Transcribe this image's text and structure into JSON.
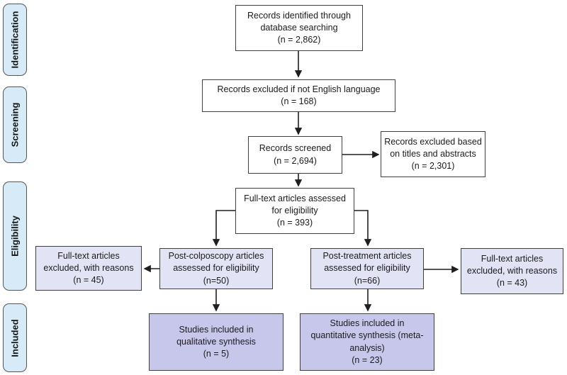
{
  "stages": [
    {
      "label": "Identification"
    },
    {
      "label": "Screening"
    },
    {
      "label": "Eligibility"
    },
    {
      "label": "Included"
    }
  ],
  "boxes": {
    "identified": {
      "text": "Records identified through\ndatabase searching\n(n = 2,862)"
    },
    "excluded_language": {
      "text": "Records excluded if not English language\n(n = 168)"
    },
    "screened": {
      "text": "Records screened\n(n = 2,694)"
    },
    "excluded_titles": {
      "text": "Records excluded based\non titles and abstracts\n(n = 2,301)"
    },
    "fulltext_assessed": {
      "text": "Full-text articles assessed\nfor eligibility\n(n = 393)"
    },
    "post_colposcopy": {
      "text": "Post-colposcopy articles\nassessed for eligibility\n(n=50)"
    },
    "post_treatment": {
      "text": "Post-treatment articles\nassessed for eligibility\n(n=66)"
    },
    "excluded_reasons_left": {
      "text": "Full-text articles\nexcluded, with reasons\n(n = 45)"
    },
    "excluded_reasons_right": {
      "text": "Full-text articles\nexcluded, with reasons\n(n = 43)"
    },
    "qualitative": {
      "text": "Studies included in\nqualitative synthesis\n(n = 5)"
    },
    "quantitative": {
      "text": "Studies included in\nquantitative synthesis (meta-\nanalysis)\n(n = 23)"
    }
  },
  "arrows": [
    {
      "from": "identified",
      "to": "excluded_language"
    },
    {
      "from": "excluded_language",
      "to": "screened"
    },
    {
      "from": "screened",
      "to": "excluded_titles"
    },
    {
      "from": "screened",
      "to": "fulltext_assessed"
    },
    {
      "from": "fulltext_assessed",
      "to": "post_colposcopy"
    },
    {
      "from": "fulltext_assessed",
      "to": "post_treatment"
    },
    {
      "from": "post_colposcopy",
      "to": "excluded_reasons_left"
    },
    {
      "from": "post_treatment",
      "to": "excluded_reasons_right"
    },
    {
      "from": "post_colposcopy",
      "to": "qualitative"
    },
    {
      "from": "post_treatment",
      "to": "quantitative"
    }
  ],
  "colors": {
    "stage_fill": "#d6ebf7",
    "stage_border": "#565656",
    "box_fill_white": "#ffffff",
    "box_fill_lavender_light": "#e3e3f6",
    "box_fill_lavender_dark": "#c7c7ec",
    "box_border": "#3f3f3f",
    "arrow": "#1f1f1f",
    "text": "#1b1b1b"
  }
}
